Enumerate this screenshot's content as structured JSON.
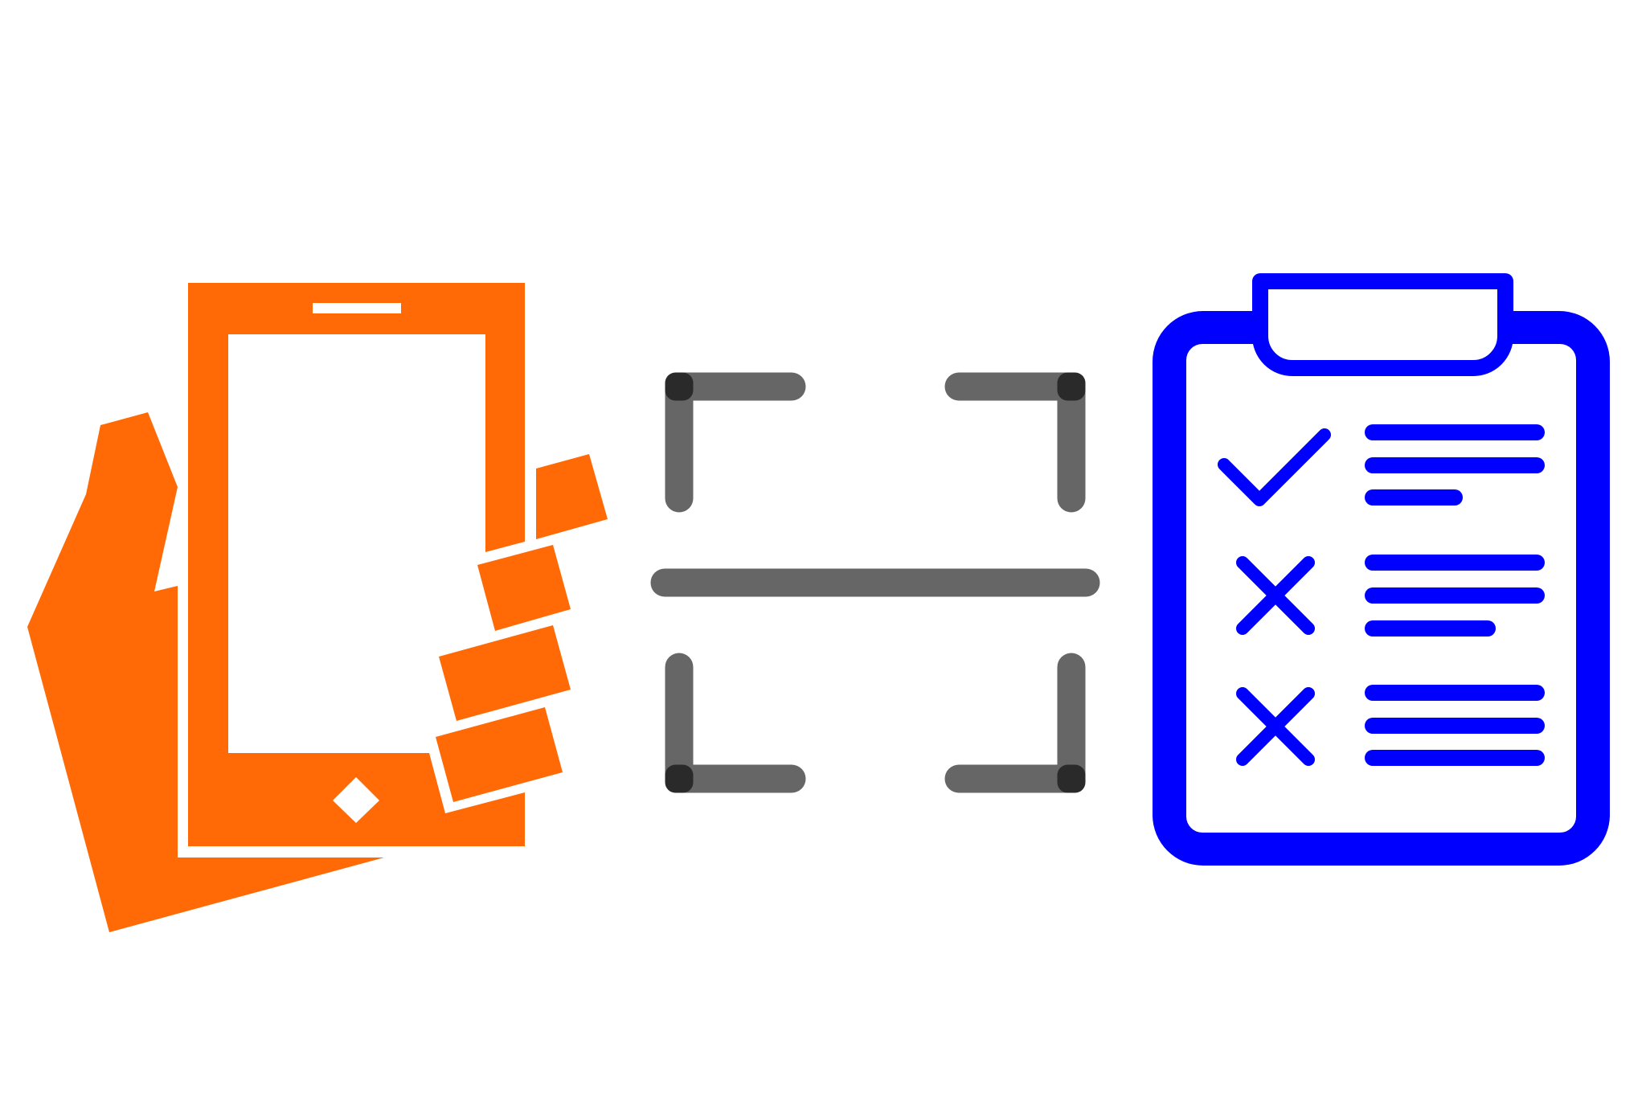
{
  "illustration": {
    "icons": [
      {
        "name": "hand-holding-phone-icon",
        "color": "#FF6A06"
      },
      {
        "name": "scan-frame-icon",
        "color": "#666666",
        "corner_overlap_color": "#2A2A2A"
      },
      {
        "name": "clipboard-checklist-icon",
        "color": "#0000FF"
      }
    ],
    "checklist": {
      "items": [
        {
          "status": "check",
          "icon": "check-icon",
          "lines": 3
        },
        {
          "status": "cross",
          "icon": "cross-icon",
          "lines": 3
        },
        {
          "status": "cross",
          "icon": "cross-icon",
          "lines": 3
        }
      ]
    }
  }
}
